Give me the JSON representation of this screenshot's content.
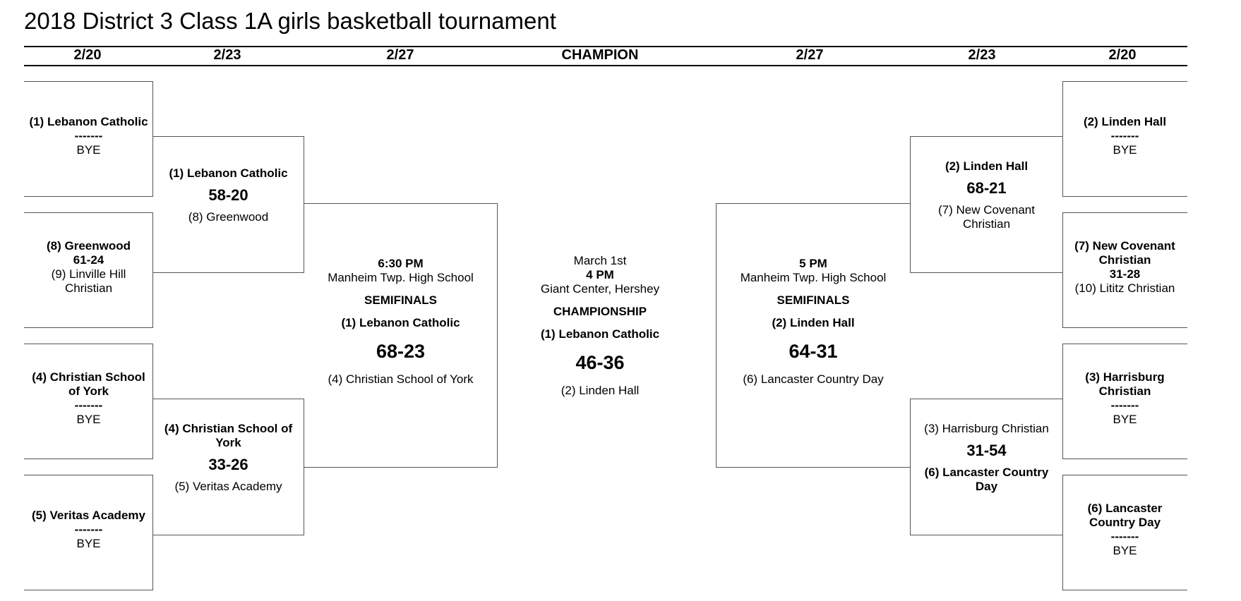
{
  "title": "2018 District 3 Class 1A girls basketball tournament",
  "headers": [
    "2/20",
    "2/23",
    "2/27",
    "CHAMPION",
    "2/27",
    "2/23",
    "2/20"
  ],
  "left_first_round": [
    {
      "top": "(1) Lebanon Catholic",
      "mid": "-------",
      "bottom": "BYE"
    },
    {
      "top": "(8) Greenwood",
      "mid": "61-24",
      "bottom": "(9) Linville Hill Christian"
    },
    {
      "top": "(4) Christian School of York",
      "mid": "-------",
      "bottom": "BYE"
    },
    {
      "top": "(5) Veritas Academy",
      "mid": "-------",
      "bottom": "BYE"
    }
  ],
  "left_quarterfinals": [
    {
      "winner": "(1) Lebanon Catholic",
      "score": "58-20",
      "loser": "(8) Greenwood"
    },
    {
      "winner": "(4) Christian School of York",
      "score": "33-26",
      "loser": "(5) Veritas Academy"
    }
  ],
  "left_semifinal": {
    "time": "6:30 PM",
    "venue": "Manheim Twp. High School",
    "round": "SEMIFINALS",
    "winner": "(1) Lebanon Catholic",
    "score": "68-23",
    "loser": "(4) Christian School of York"
  },
  "championship": {
    "date": "March 1st",
    "time": "4 PM",
    "venue": "Giant Center, Hershey",
    "round": "CHAMPIONSHIP",
    "winner": "(1) Lebanon Catholic",
    "score": "46-36",
    "loser": "(2) Linden Hall"
  },
  "right_semifinal": {
    "time": "5 PM",
    "venue": "Manheim Twp. High School",
    "round": "SEMIFINALS",
    "winner": "(2) Linden Hall",
    "score": "64-31",
    "loser": "(6) Lancaster Country Day"
  },
  "right_quarterfinals": [
    {
      "first": "(2) Linden Hall",
      "score": "68-21",
      "second": "(7) New Covenant Christian"
    },
    {
      "first": "(3) Harrisburg Christian",
      "score": "31-54",
      "second": "(6) Lancaster Country Day"
    }
  ],
  "right_first_round": [
    {
      "top": "(2) Linden Hall",
      "mid": "-------",
      "bottom": "BYE"
    },
    {
      "top": "(7) New Covenant Christian",
      "mid": "31-28",
      "bottom": "(10) Lititz Christian"
    },
    {
      "top": "(3) Harrisburg Christian",
      "mid": "-------",
      "bottom": "BYE"
    },
    {
      "top": "(6) Lancaster Country Day",
      "mid": "-------",
      "bottom": "BYE"
    }
  ]
}
